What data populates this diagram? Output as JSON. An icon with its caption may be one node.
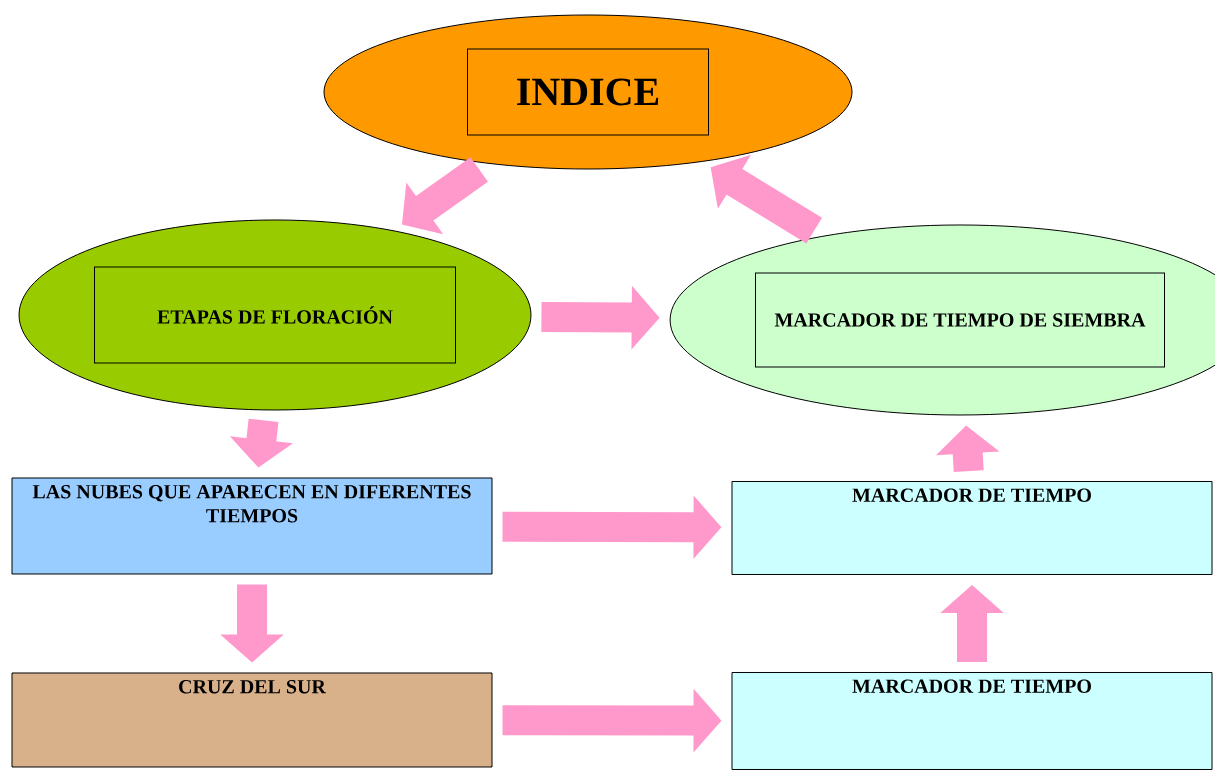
{
  "diagram": {
    "nodes": [
      {
        "text": [
          "INDICE"
        ]
      },
      {
        "text": [
          "ETAPAS DE FLORACIÓN"
        ]
      },
      {
        "text": [
          "MARCADOR DE TIEMPO DE SIEMBRA"
        ]
      },
      {
        "text": [
          "LAS NUBES QUE APARECEN EN DIFERENTES TIEMPOS"
        ]
      },
      {
        "text": [
          "MARCADOR DE TIEMPO"
        ]
      },
      {
        "text": [
          "CRUZ DEL SUR"
        ]
      },
      {
        "text": [
          "MARCADOR DE TIEMPO"
        ]
      }
    ],
    "edges": [
      {
        "from": 0,
        "to": 1,
        "arrow": "to"
      },
      {
        "from": 2,
        "to": 0,
        "arrow": "to"
      },
      {
        "from": 1,
        "to": 2,
        "arrow": "to"
      },
      {
        "from": 1,
        "to": 3,
        "arrow": "to"
      },
      {
        "from": 3,
        "to": 4,
        "arrow": "to"
      },
      {
        "from": 3,
        "to": 5,
        "arrow": "to"
      },
      {
        "from": 5,
        "to": 6,
        "arrow": "to"
      },
      {
        "from": 6,
        "to": 4,
        "arrow": "to"
      },
      {
        "from": 4,
        "to": 2,
        "arrow": "to"
      }
    ]
  }
}
